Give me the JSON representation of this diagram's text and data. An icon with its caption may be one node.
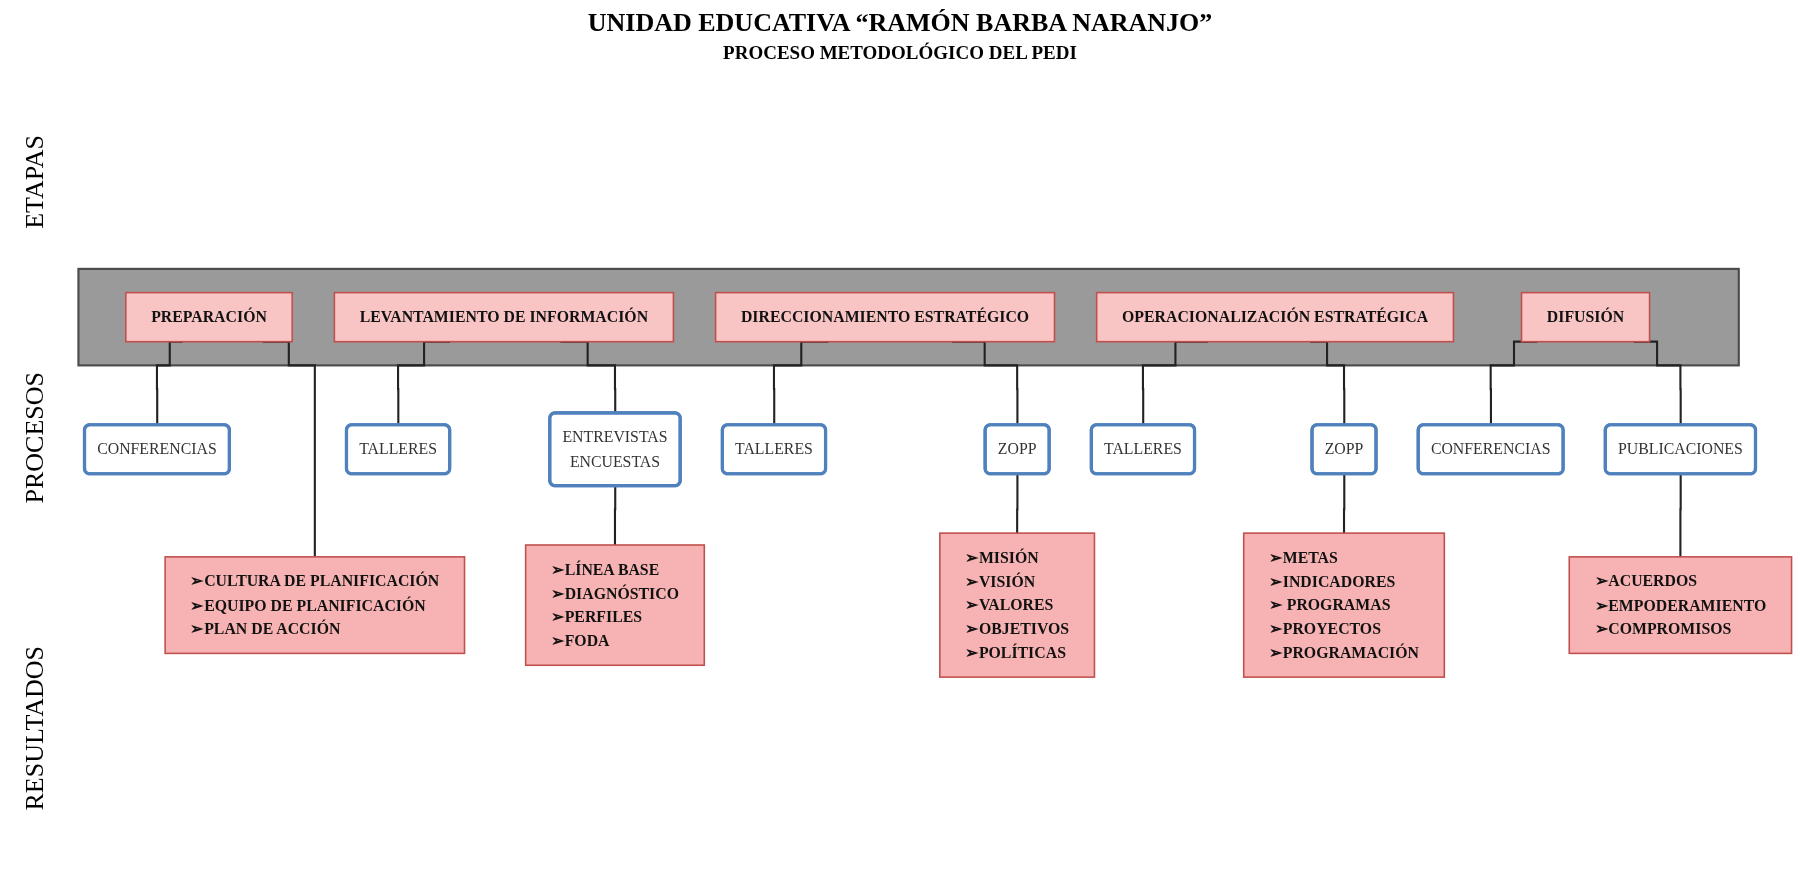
{
  "diagram": {
    "title": "UNIDAD EDUCATIVA “RAMÓN BARBA NARANJO”",
    "nodes": [
      {
        "text": [],
        "shape": "arrow"
      },
      {
        "text": [
          "PREPARACIÓN"
        ],
        "in": 0
      },
      {
        "text": [
          "LEVANTAMIENTO DE INFORMACIÓN"
        ],
        "in": 0
      },
      {
        "text": [
          "DIRECCIONAMIENTO ESTRATÉGICO"
        ],
        "in": 0
      },
      {
        "text": [
          "OPERACIONALIZACIÓN ESTRATÉGICA"
        ],
        "in": 0
      },
      {
        "text": [
          "DIFUSIÓN"
        ],
        "in": 0
      },
      {
        "text": [
          "CONFERENCIAS"
        ]
      },
      {
        "text": [
          "TALLERES"
        ]
      },
      {
        "text": [
          "ENTREVISTAS",
          "ENCUESTAS"
        ]
      },
      {
        "text": [
          "TALLERES"
        ]
      },
      {
        "text": [
          "ZOPP"
        ]
      },
      {
        "text": [
          "TALLERES"
        ]
      },
      {
        "text": [
          "ZOPP"
        ]
      },
      {
        "text": [
          "CONFERENCIAS"
        ]
      },
      {
        "text": [
          "PUBLICACIONES"
        ]
      },
      {
        "text": [
          "➢CULTURA DE PLANIFICACIÓN",
          "➢EQUIPO DE PLANIFICACIÓN",
          "➢PLAN DE ACCIÓN"
        ]
      },
      {
        "text": [
          "➢LÍNEA BASE",
          "➢DIAGNÓSTICO",
          "➢PERFILES",
          "➢FODA"
        ]
      },
      {
        "text": [
          "➢MISIÓN",
          "➢VISIÓN",
          "➢VALORES",
          "➢OBJETIVOS",
          "➢POLÍTICAS"
        ]
      },
      {
        "text": [
          "➢METAS",
          "➢INDICADORES",
          "➢ PROGRAMAS",
          "➢PROYECTOS",
          "➢PROGRAMACIÓN"
        ]
      },
      {
        "text": [
          "➢ACUERDOS",
          "➢EMPODERAMIENTO",
          "➢COMPROMISOS"
        ]
      }
    ],
    "edges": [
      {
        "from": 1,
        "to": 6,
        "arrow": "none"
      },
      {
        "from": 1,
        "to": 15,
        "arrow": "none"
      },
      {
        "from": 2,
        "to": 7,
        "arrow": "none"
      },
      {
        "from": 2,
        "to": 8,
        "arrow": "none"
      },
      {
        "from": 8,
        "to": 16,
        "arrow": "none"
      },
      {
        "from": 3,
        "to": 9,
        "arrow": "none"
      },
      {
        "from": 3,
        "to": 10,
        "arrow": "none"
      },
      {
        "from": 10,
        "to": 17,
        "arrow": "none"
      },
      {
        "from": 4,
        "to": 11,
        "arrow": "none"
      },
      {
        "from": 4,
        "to": 12,
        "arrow": "none"
      },
      {
        "from": 12,
        "to": 18,
        "arrow": "none"
      },
      {
        "from": 5,
        "to": 13,
        "arrow": "none"
      },
      {
        "from": 5,
        "to": 14,
        "arrow": "none"
      },
      {
        "from": 14,
        "to": 19,
        "arrow": "none"
      }
    ],
    "labels": [
      "PROCESO METODOLÓGICO DEL PEDI",
      "ETAPAS",
      "PROCESOS",
      "RESULTADOS"
    ]
  }
}
